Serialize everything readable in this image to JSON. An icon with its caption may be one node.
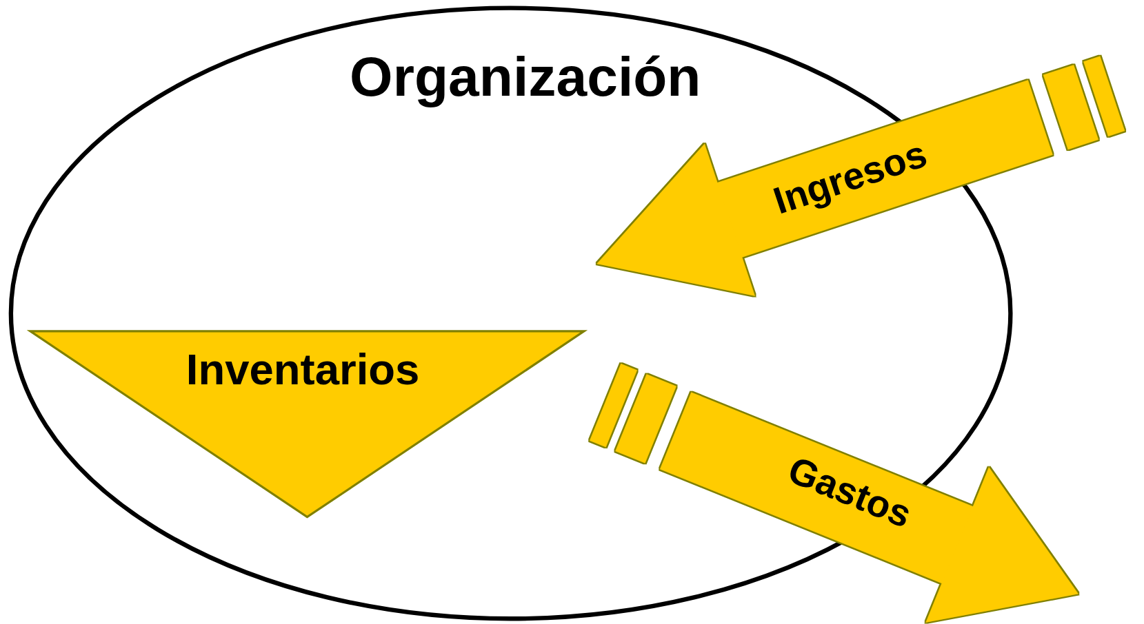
{
  "diagram": {
    "nodes": [
      {
        "text": [
          "Organización"
        ]
      },
      {
        "text": [
          "Inventarios"
        ],
        "in": 0
      }
    ],
    "edges": [
      {
        "from": null,
        "to": 1,
        "arrow": "to",
        "label": "Ingresos"
      },
      {
        "from": 1,
        "to": null,
        "arrow": "to",
        "label": "Gastos"
      }
    ]
  }
}
